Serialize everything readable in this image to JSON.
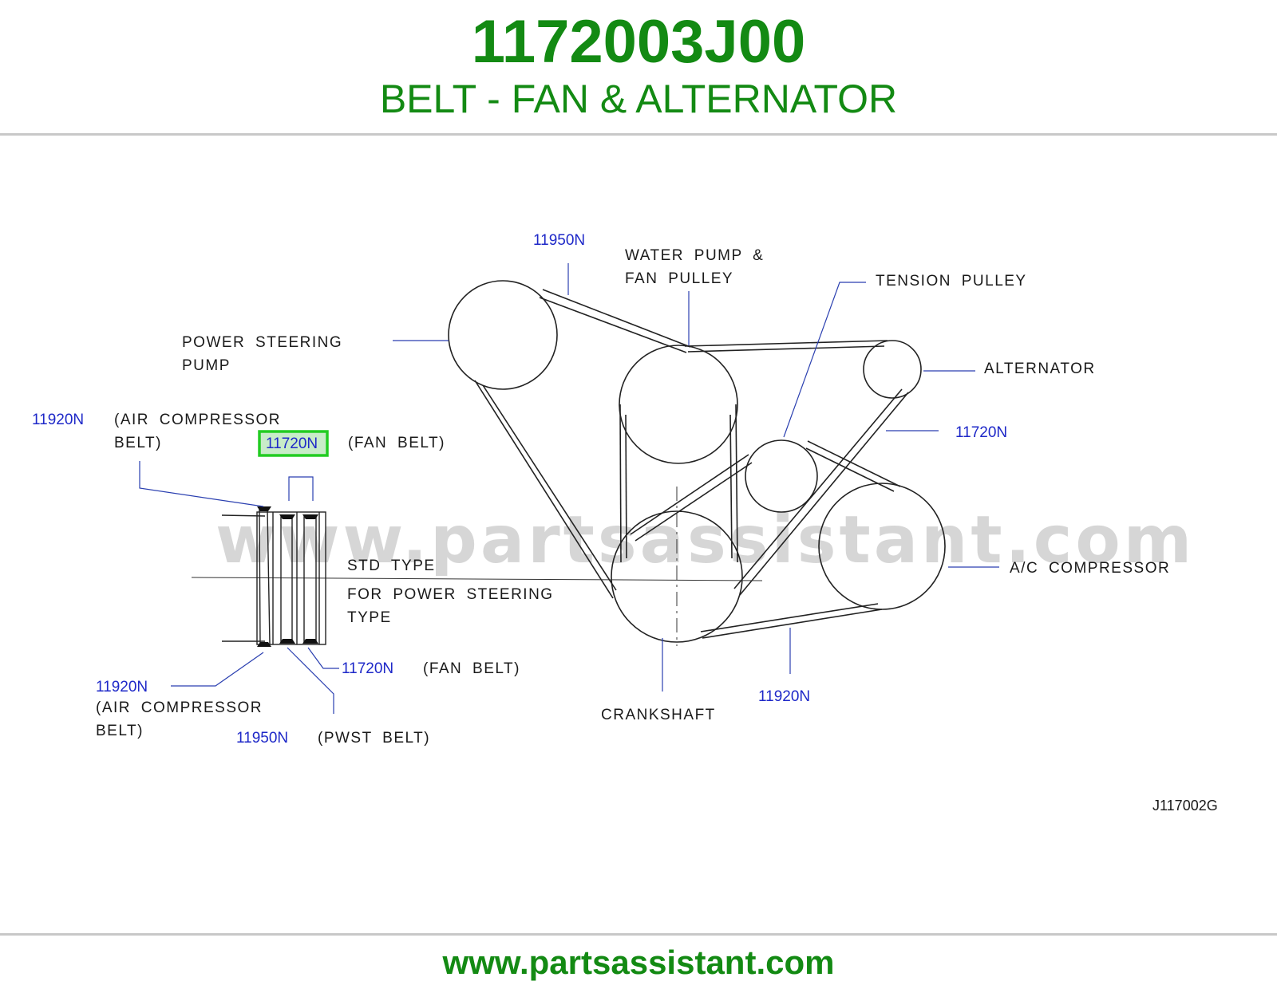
{
  "header": {
    "part_number": "1172003J00",
    "title": "BELT - FAN & ALTERNATOR"
  },
  "footer": {
    "url": "www.partsassistant.com"
  },
  "diagram": {
    "watermark": "www.partsassistant.com",
    "drawing_code": "J117002G",
    "labels": {
      "power_steering_line1": "POWER STEERING",
      "power_steering_line2": "PUMP",
      "water_pump_line1": "WATER PUMP &",
      "water_pump_line2": "FAN PULLEY",
      "tension_pulley": "TENSION PULLEY",
      "alternator": "ALTERNATOR",
      "ac_compressor": "A/C COMPRESSOR",
      "crankshaft": "CRANKSHAFT",
      "std_type": "STD TYPE",
      "for_ps_line1": "FOR POWER STEERING",
      "for_ps_line2": "TYPE",
      "air_comp_paren_line1": "(AIR COMPRESSOR",
      "belt_paren_close": "BELT)",
      "fan_belt_paren": "(FAN BELT)",
      "pwst_belt_paren": "(PWST BELT)"
    },
    "part_refs": {
      "pn_11950N_top": "11950N",
      "pn_11920N_left": "11920N",
      "pn_11720N_selected": "11720N",
      "pn_11720N_right": "11720N",
      "pn_11720N_bottom": "11720N",
      "pn_11920N_bottom_left": "11920N",
      "pn_11950N_bottom": "11950N",
      "pn_11920N_bottom_right": "11920N"
    },
    "colors": {
      "brand_green": "#138a13",
      "part_ref_blue": "#1e28c8",
      "selection_highlight": "#22cc22"
    }
  }
}
